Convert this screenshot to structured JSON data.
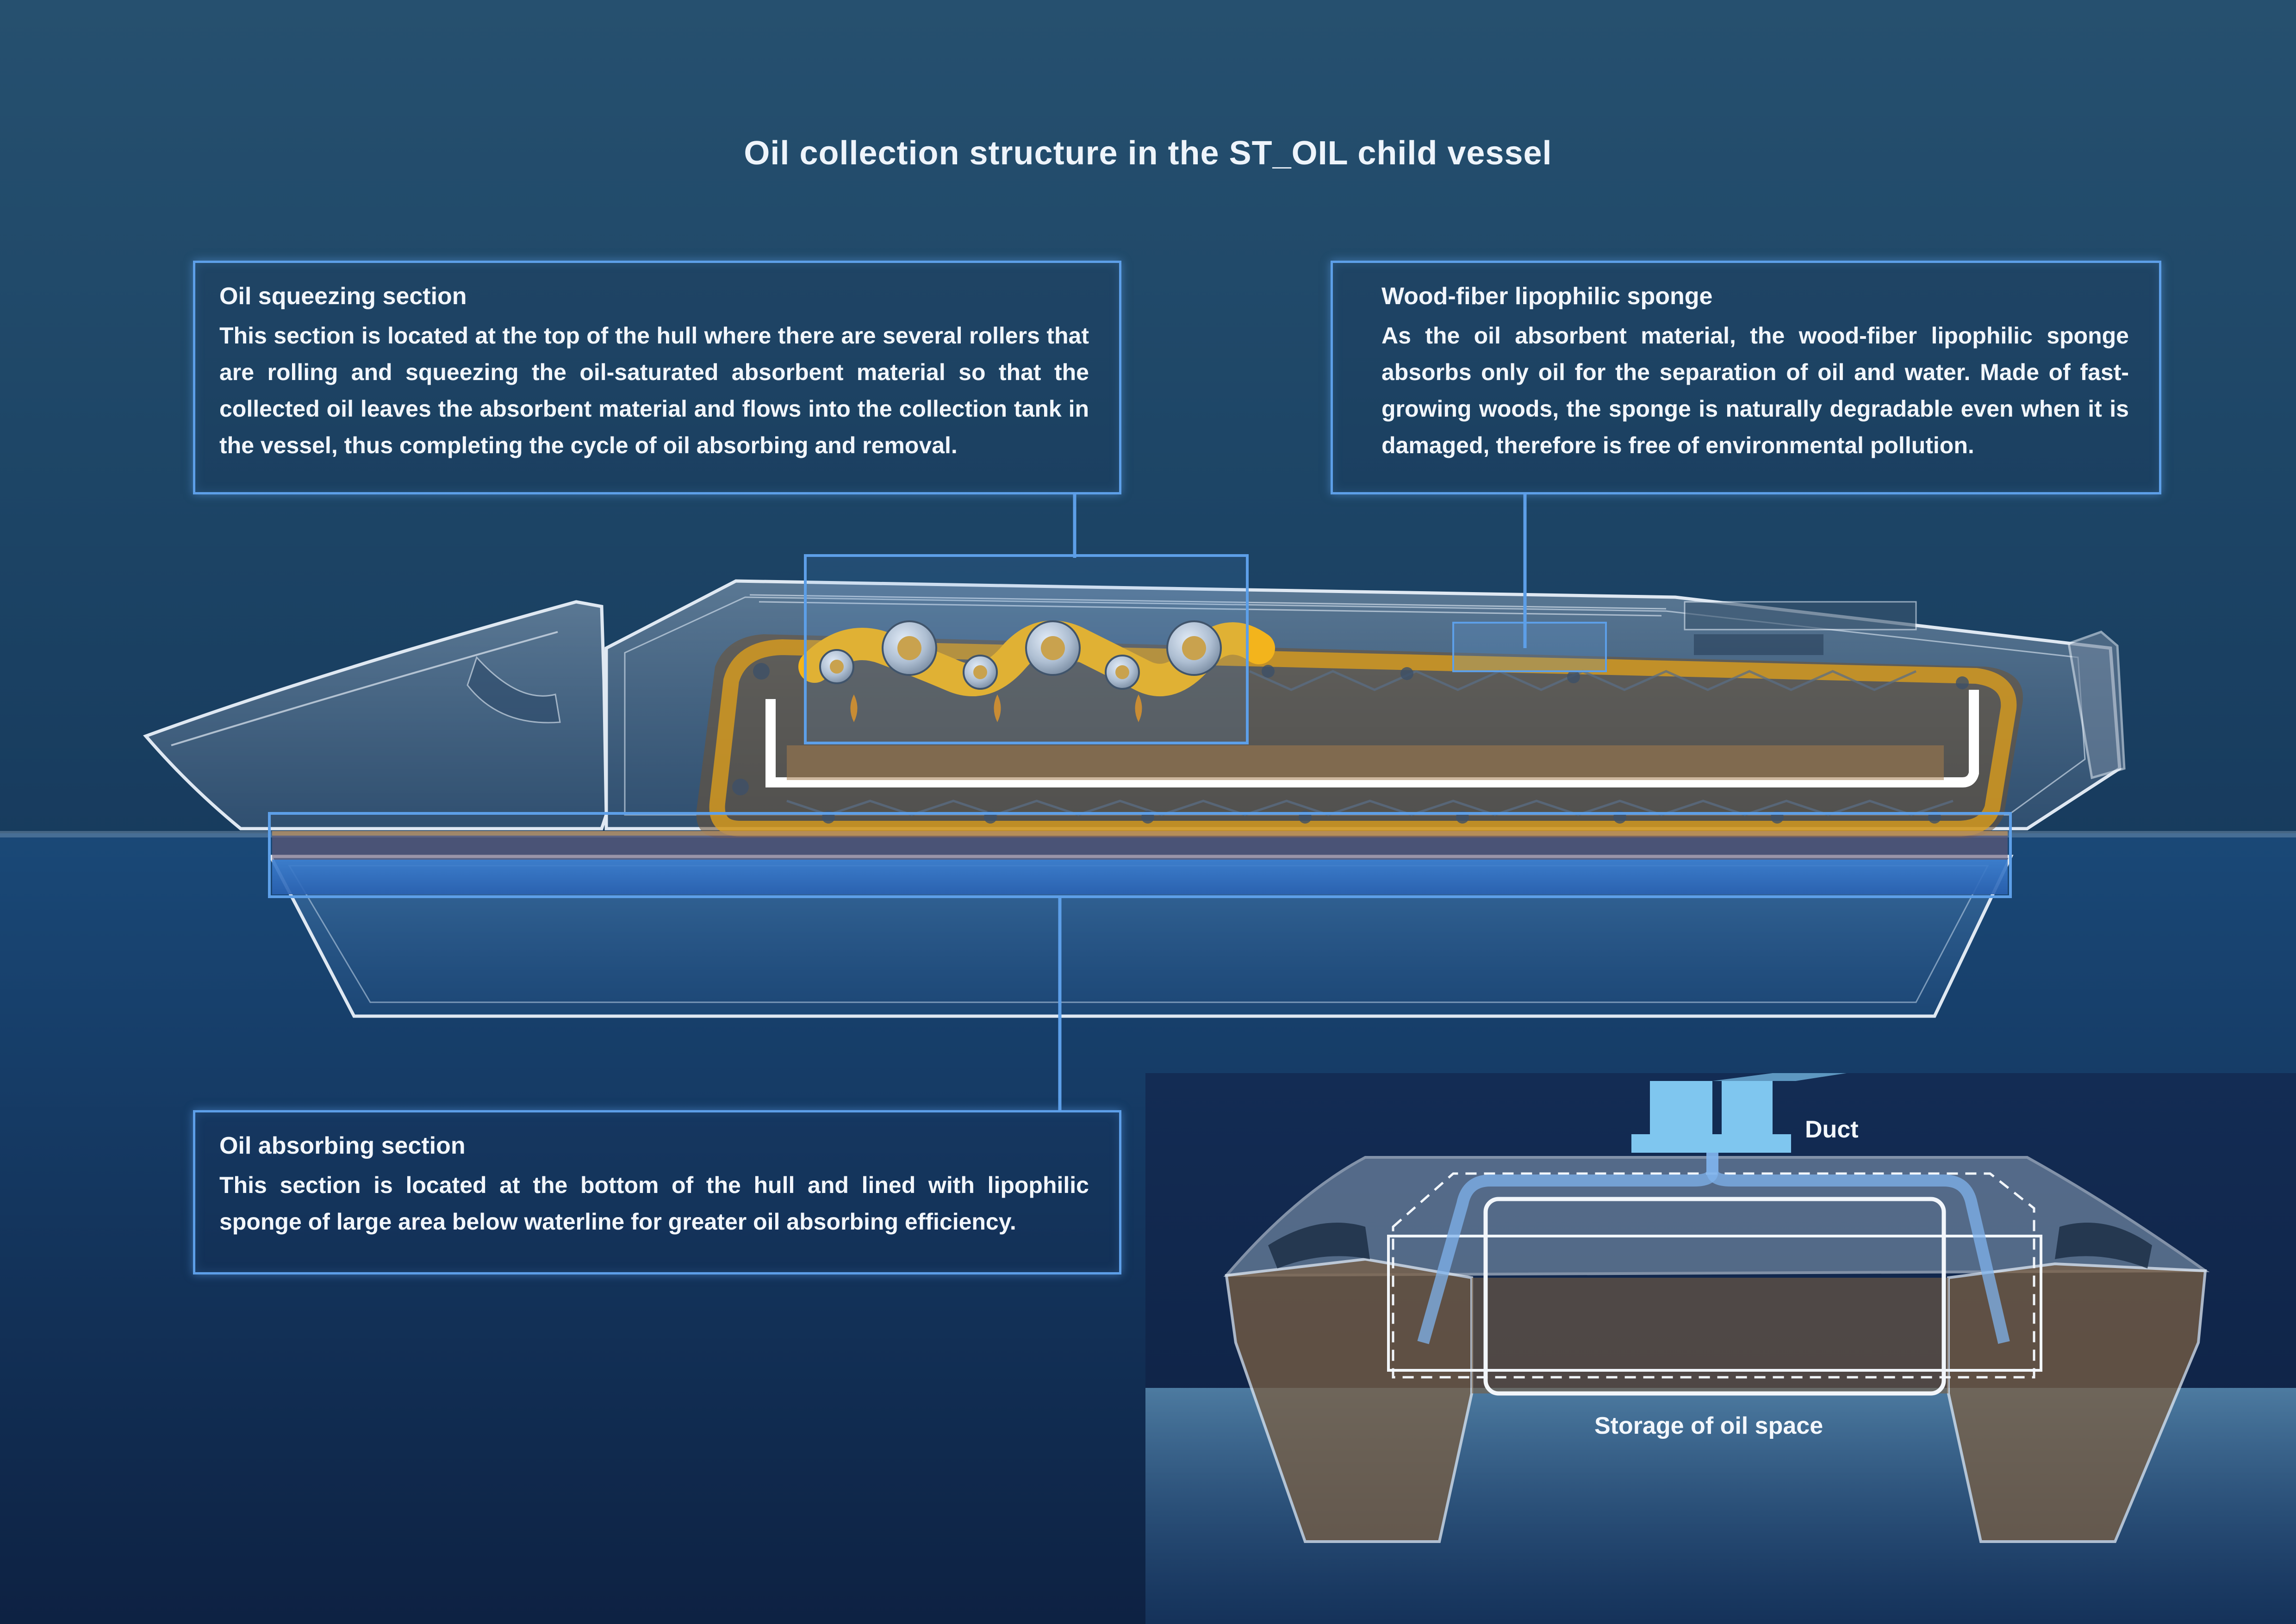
{
  "title": "Oil collection structure in the ST_OIL child vessel",
  "callouts": {
    "squeezing": {
      "heading": "Oil squeezing section",
      "body": "This section is located at the top of the hull where there are several rollers that are rolling and squeezing the oil-saturated absorbent material so that the collected oil leaves the absorbent material and flows into the collection tank in the vessel, thus completing the cycle of oil absorbing and removal."
    },
    "sponge": {
      "heading": "Wood-fiber lipophilic sponge",
      "body": "As the oil absorbent material, the wood-fiber lipophilic sponge absorbs only oil for the separation of oil and water. Made of fast-growing woods, the sponge is naturally degradable even when it is damaged, therefore is free of environmental pollution."
    },
    "absorbing": {
      "heading": "Oil absorbing section",
      "body": "This section is located at the bottom of the hull and lined with lipophilic sponge of large area below waterline for greater oil absorbing efficiency."
    }
  },
  "inset": {
    "duct_label": "Duct",
    "storage_label": "Storage of oil space"
  },
  "colors": {
    "callout_border": "#5d9fe8",
    "oil_belt": "#e3a21a",
    "sponge_fill": "#8a6a45",
    "hull_line": "#dfe8f2",
    "water": "#1f5d9e"
  }
}
